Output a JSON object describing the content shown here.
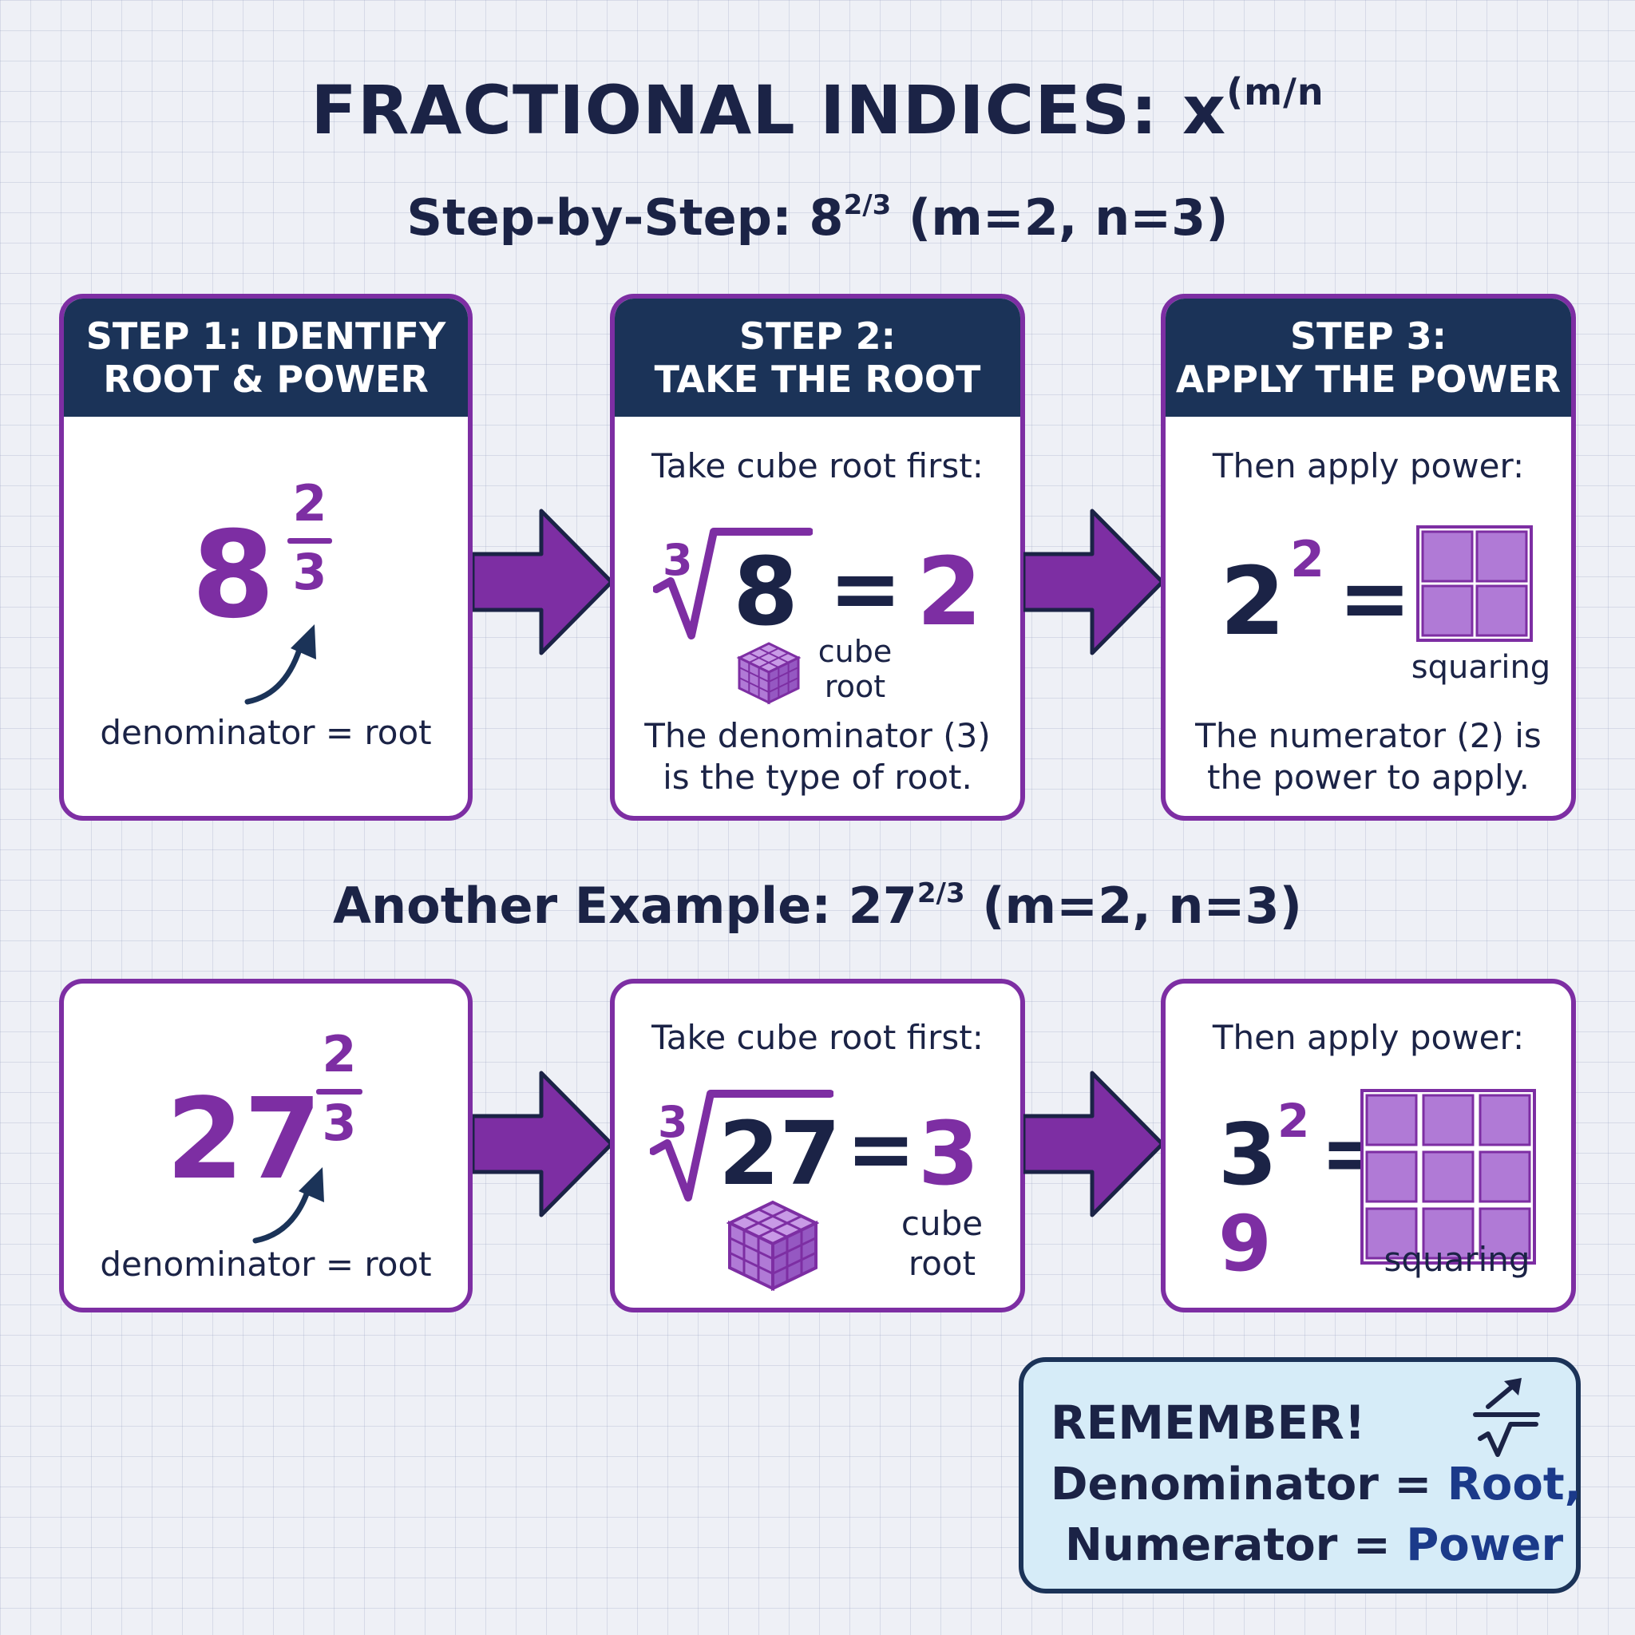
{
  "header": {
    "title_main": "FRACTIONAL INDICES: x",
    "title_exp": "(m/n",
    "example1_prefix": "Step-by-Step: 8",
    "example1_exp": "2/3",
    "example1_suffix": " (m=2, n=3)",
    "example2_prefix": "Another Example: 27",
    "example2_exp": "2/3",
    "example2_suffix": " (m=2, n=3)"
  },
  "steps": [
    {
      "line1": "STEP 1: IDENTIFY",
      "line2": "ROOT & POWER"
    },
    {
      "line1": "STEP 2:",
      "line2": "TAKE THE ROOT"
    },
    {
      "line1": "STEP 3:",
      "line2": "APPLY THE POWER"
    }
  ],
  "example1": {
    "base": "8",
    "numerator": "2",
    "denominator": "3",
    "denominator_note": "denominator = root",
    "root_intro": "Take cube root first:",
    "root_index": "3",
    "radicand": "8",
    "equals": "=",
    "root_result": "2",
    "cube_root_label_1": "cube",
    "cube_root_label_2": "root",
    "root_explain_1": "The denominator (3)",
    "root_explain_2": "is the type of root.",
    "power_intro": "Then apply power:",
    "power_base": "2",
    "power_exp": "2",
    "squaring_label": "squaring",
    "power_explain_1": "The numerator (2) is",
    "power_explain_2": "the power to apply.",
    "square_grid_size": 2
  },
  "example2": {
    "base": "27",
    "numerator": "2",
    "denominator": "3",
    "denominator_note": "denominator = root",
    "root_intro": "Take cube root first:",
    "root_index": "3",
    "radicand": "27",
    "equals": "=",
    "root_result": "3",
    "cube_root_label_1": "cube",
    "cube_root_label_2": "root",
    "power_intro": "Then apply power:",
    "power_base": "3",
    "power_exp": "2",
    "power_result": "9",
    "squaring_label": "squaring",
    "square_grid_size": 3
  },
  "remember": {
    "heading": "REMEMBER!",
    "line1_a": "Denominator = ",
    "line1_b": "Root,",
    "line2_a": "Numerator = ",
    "line2_b": "Power"
  },
  "colors": {
    "navy": "#1b2346",
    "header_navy": "#1b3358",
    "purple": "#7d2ea3",
    "light_purple": "#b07ad6",
    "note_blue": "#d6ecf8"
  }
}
